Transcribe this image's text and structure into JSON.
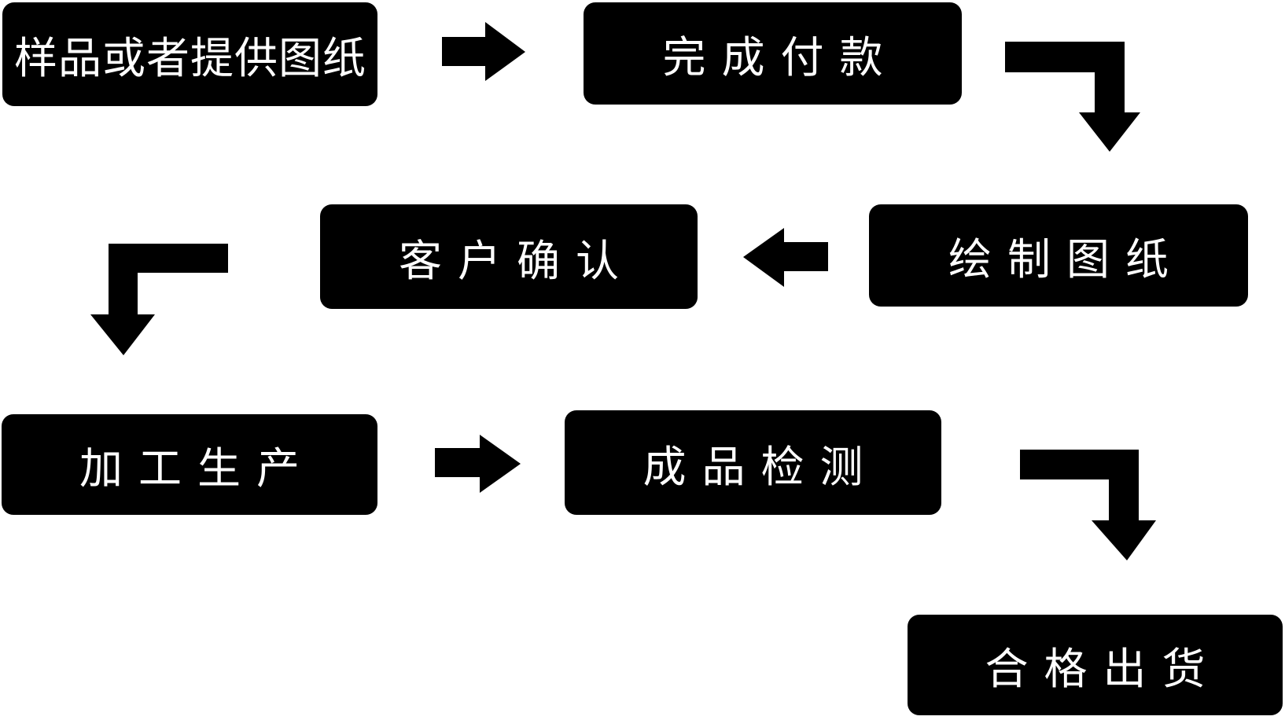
{
  "page": {
    "background_color": "#ffffff"
  },
  "flowchart": {
    "node_fill_color": "#000000",
    "node_text_color": "#ffffff",
    "arrow_color": "#000000",
    "steps": [
      {
        "label": "样品或者提供图纸"
      },
      {
        "label": "完成付款"
      },
      {
        "label": "绘制图纸"
      },
      {
        "label": "客户确认"
      },
      {
        "label": "加工生产"
      },
      {
        "label": "成品检测"
      },
      {
        "label": "合格出货"
      }
    ],
    "connectors": [
      {
        "from": "样品或者提供图纸",
        "to": "完成付款",
        "shape": "straight-right"
      },
      {
        "from": "完成付款",
        "to": "绘制图纸",
        "shape": "elbow-right-then-down"
      },
      {
        "from": "绘制图纸",
        "to": "客户确认",
        "shape": "straight-left"
      },
      {
        "from": "客户确认",
        "to": "加工生产",
        "shape": "elbow-left-then-down"
      },
      {
        "from": "加工生产",
        "to": "成品检测",
        "shape": "straight-right"
      },
      {
        "from": "成品检测",
        "to": "合格出货",
        "shape": "elbow-right-then-down"
      }
    ]
  }
}
